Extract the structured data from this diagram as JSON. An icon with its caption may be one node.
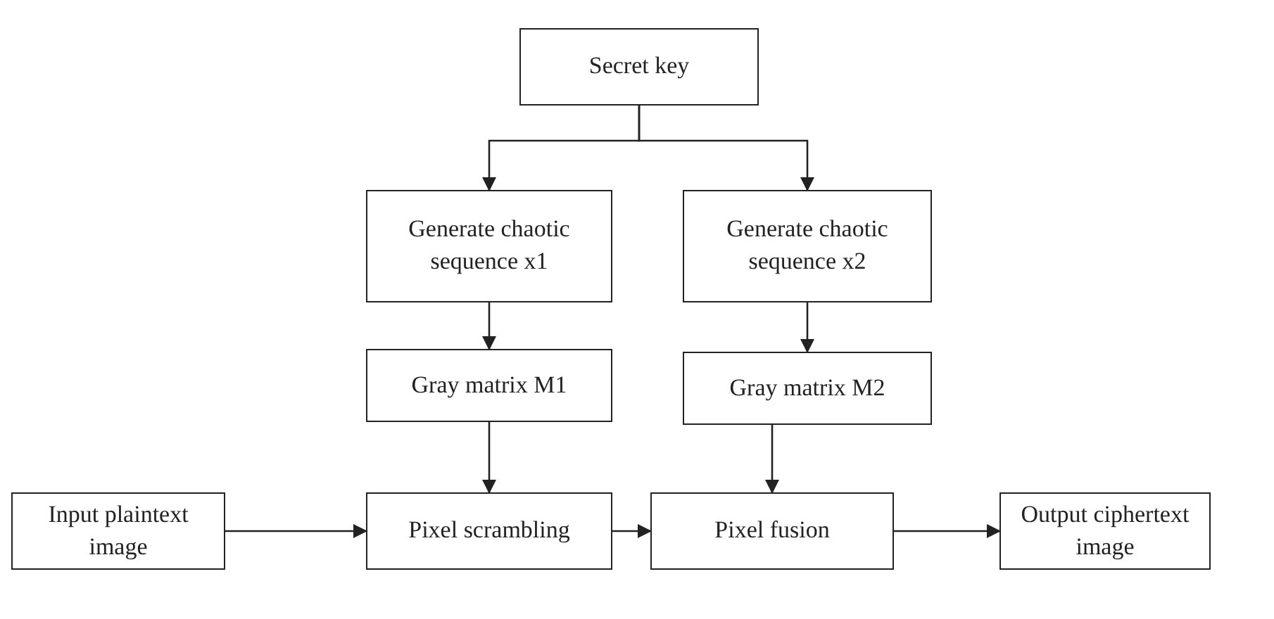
{
  "diagram": {
    "nodes": [
      {
        "text": [
          "Secret key"
        ]
      },
      {
        "text": [
          "Generate chaotic sequence x1"
        ]
      },
      {
        "text": [
          "Generate chaotic sequence x2"
        ]
      },
      {
        "text": [
          "Gray matrix M1"
        ]
      },
      {
        "text": [
          "Gray matrix M2"
        ]
      },
      {
        "text": [
          "Input plaintext image"
        ]
      },
      {
        "text": [
          "Pixel scrambling"
        ]
      },
      {
        "text": [
          "Pixel fusion"
        ]
      },
      {
        "text": [
          "Output ciphertext image"
        ]
      }
    ],
    "edges": [
      {
        "from": 0,
        "to": 1,
        "arrow": "to"
      },
      {
        "from": 0,
        "to": 2,
        "arrow": "to"
      },
      {
        "from": 1,
        "to": 3,
        "arrow": "to"
      },
      {
        "from": 2,
        "to": 4,
        "arrow": "to"
      },
      {
        "from": 3,
        "to": 6,
        "arrow": "to"
      },
      {
        "from": 4,
        "to": 7,
        "arrow": "to"
      },
      {
        "from": 5,
        "to": 6,
        "arrow": "to"
      },
      {
        "from": 6,
        "to": 7,
        "arrow": "to"
      },
      {
        "from": 7,
        "to": 8,
        "arrow": "to"
      }
    ]
  }
}
